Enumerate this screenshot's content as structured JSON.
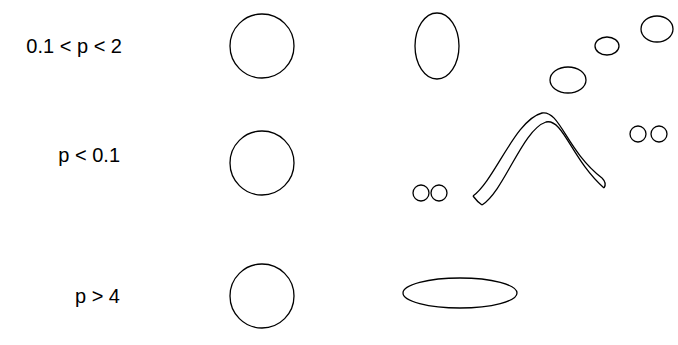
{
  "diagram": {
    "labels": [
      "0.1 < p < 2",
      "p < 0.1",
      "p > 4"
    ]
  }
}
